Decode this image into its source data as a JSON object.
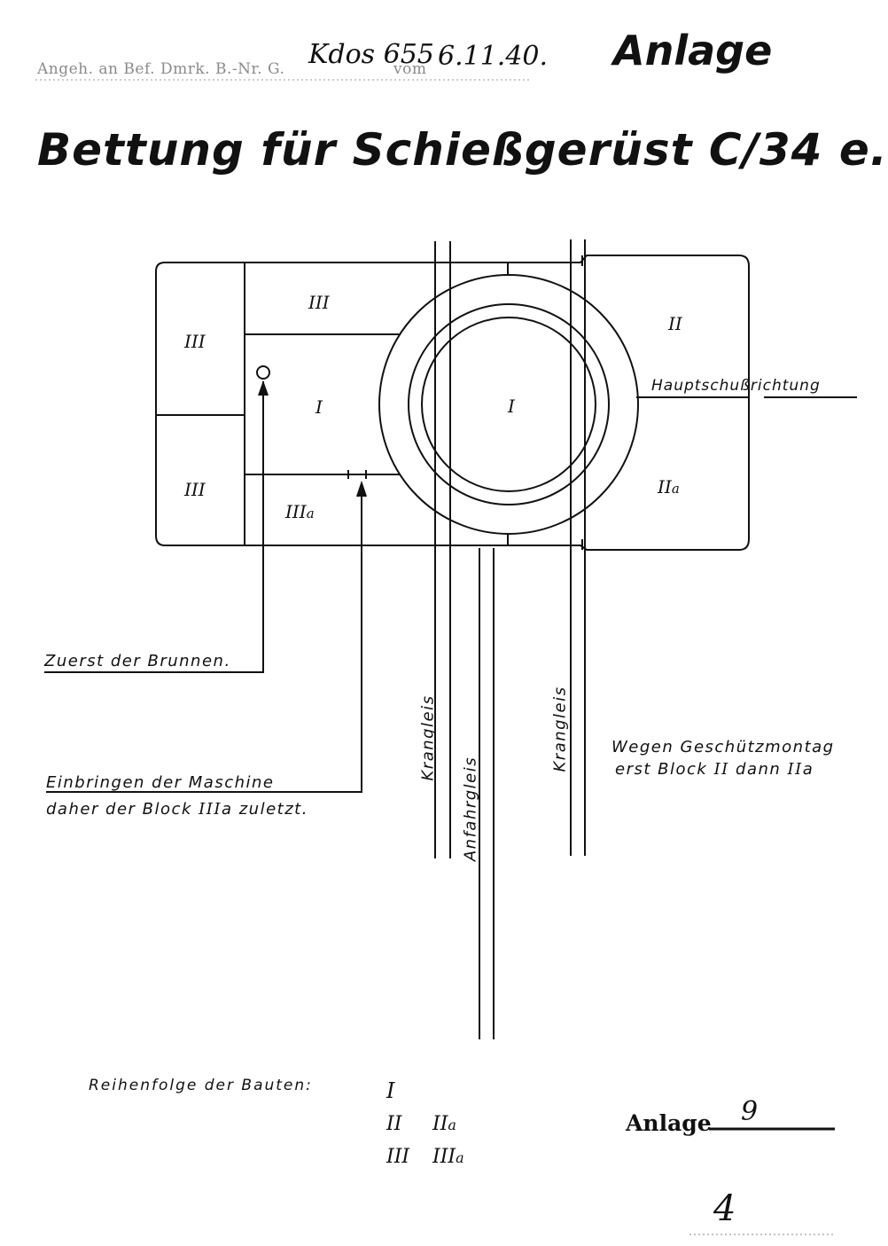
{
  "header": {
    "stamp_text": "Angeh. an Bef. Dmrk. B.-Nr. G.",
    "stamp_number": "Kdos 655",
    "stamp_vom": "vom",
    "stamp_date": "6.11.40.",
    "anlage_label": "Anlage"
  },
  "title": "Bettung für Schießgerüst C/34 e.",
  "plan": {
    "blocks": {
      "left_upper": "III",
      "left_lower": "III",
      "top_middle": "III",
      "middle": "I",
      "bottom_middle_num": "III",
      "bottom_middle_sub": "a",
      "center": "I",
      "right_upper": "II",
      "right_lower_num": "II",
      "right_lower_sub": "a"
    },
    "direction_label": "Hauptschußrichtung"
  },
  "annotations": {
    "brunnen": "Zuerst der Brunnen.",
    "maschine_line1": "Einbringen der Maschine",
    "maschine_line2_pre": "daher der Block",
    "maschine_line2_block": "III",
    "maschine_line2_sub": "a",
    "maschine_line2_post": "zuletzt.",
    "krangleis_left": "Krangleis",
    "anfahrgleis": "Anfahrgleis",
    "krangleis_right": "Krangleis",
    "wegen_line1": "Wegen Geschützmontag",
    "wegen_line2_pre": "erst Block",
    "wegen_line2_block1": "II",
    "wegen_line2_mid": "dann",
    "wegen_line2_block2": "II",
    "wegen_line2_sub": "a"
  },
  "order": {
    "label": "Reihenfolge der Bauten:",
    "row1": "I",
    "row2_a": "II",
    "row2_b": "II",
    "row2_b_sub": "a",
    "row3_a": "III",
    "row3_b": "III",
    "row3_b_sub": "a"
  },
  "footer": {
    "anlage_label": "Anlage",
    "anlage_number": "9",
    "page_number": "4"
  }
}
